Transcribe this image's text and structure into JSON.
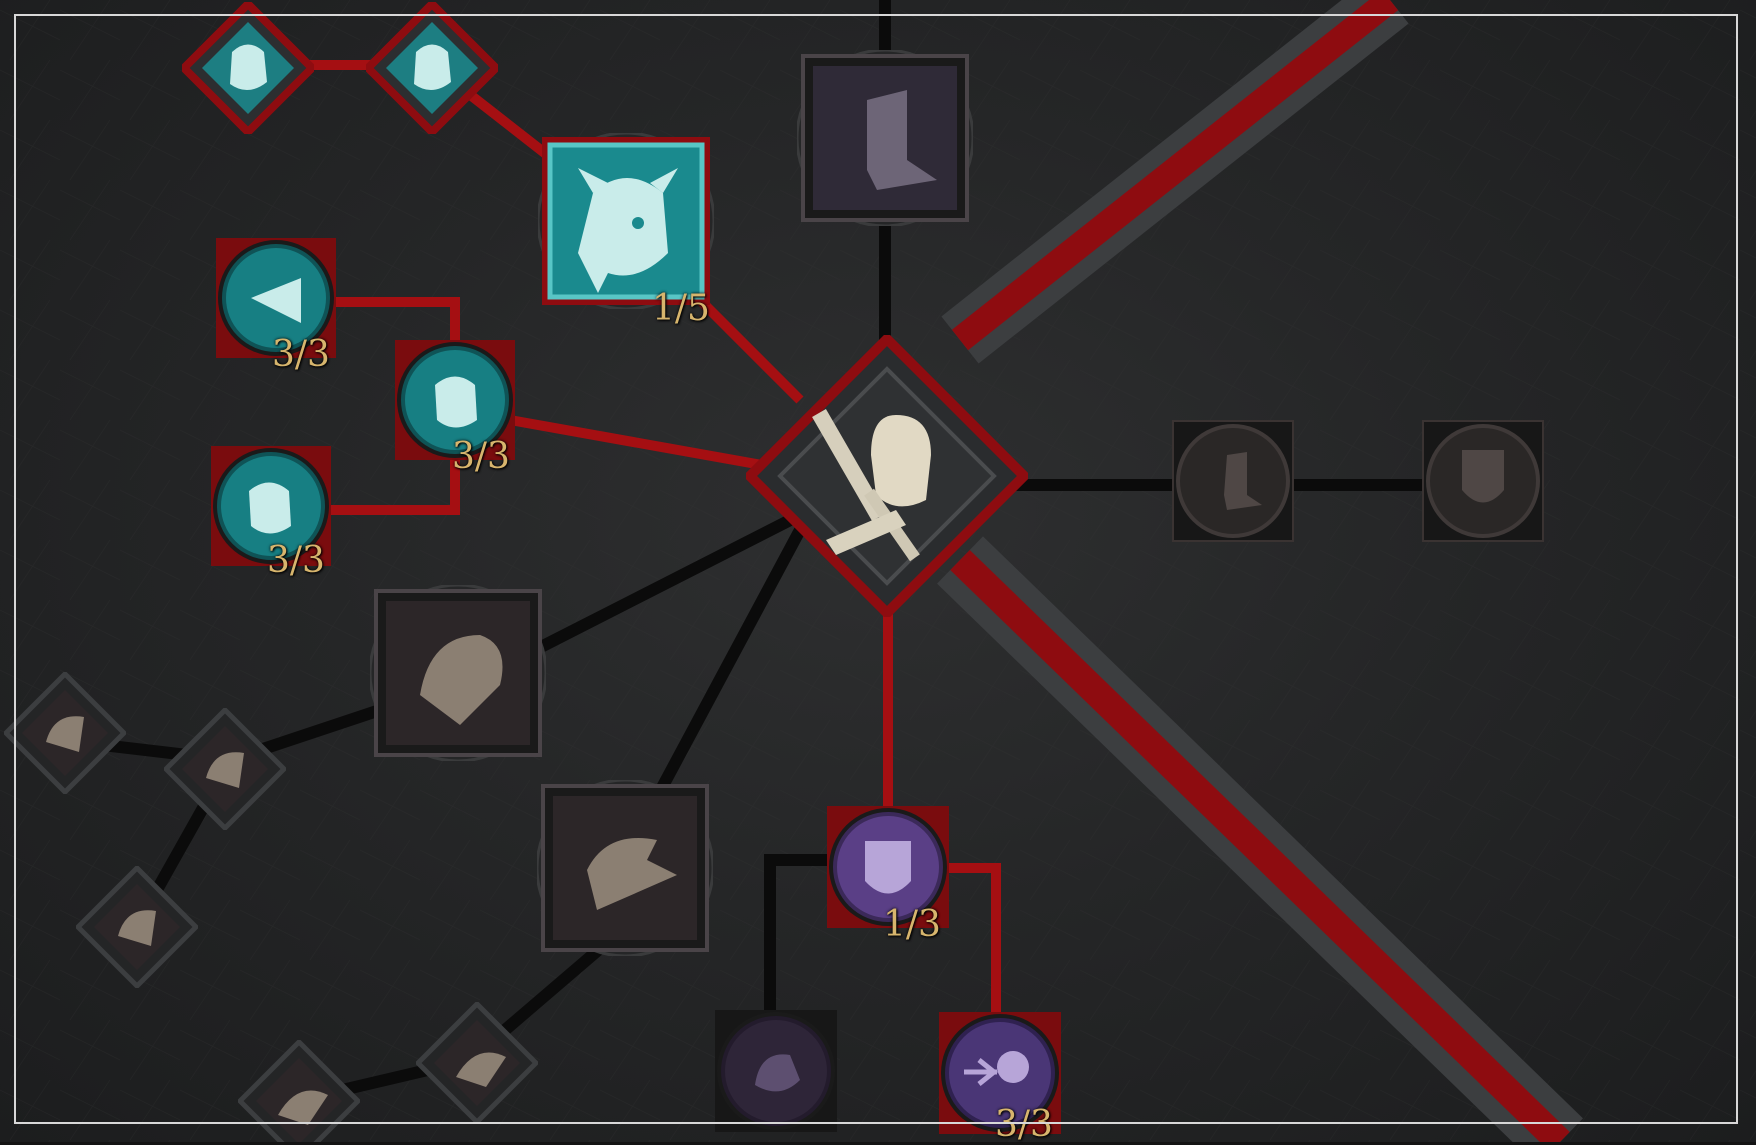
{
  "skill_tree": {
    "colors": {
      "active_link": "#a50f12",
      "inactive_link": "#0b0b0b",
      "teal_node": "#1a8a8e",
      "purple_node": "#5a3f86",
      "locked_node": "#3a3332",
      "rank_text": "#d7b56d",
      "frame": "#d8d8d8"
    },
    "hub": {
      "icon": "fist-dagger-icon"
    },
    "nodes": [
      {
        "id": "active-skill-1",
        "icon": "horned-helm-face-icon",
        "rank": "1/5",
        "active": true
      },
      {
        "id": "passive-mod-1",
        "icon": "war-horn-icon",
        "rank": "3/3",
        "active": true
      },
      {
        "id": "passive-mod-2",
        "icon": "horned-helm-shout-icon",
        "rank": "3/3",
        "active": true
      },
      {
        "id": "passive-mod-3",
        "icon": "horned-helm-roar-icon",
        "rank": "3/3",
        "active": true
      },
      {
        "id": "passive-purple-1",
        "icon": "demon-shield-icon",
        "rank": "1/3",
        "active": true
      },
      {
        "id": "passive-purple-2",
        "icon": "skull-arrow-icon",
        "rank": "3/3",
        "active": true
      },
      {
        "id": "passive-purple-3",
        "icon": "grip-fist-icon",
        "rank": "",
        "active": false
      },
      {
        "id": "skill-boot-kick",
        "icon": "boot-kick-icon",
        "rank": "",
        "active": false
      },
      {
        "id": "skill-ram-charge",
        "icon": "ram-head-icon",
        "rank": "",
        "active": false
      },
      {
        "id": "skill-ground-stomp",
        "icon": "ground-stomp-icon",
        "rank": "",
        "active": false
      },
      {
        "id": "passive-boot-1",
        "icon": "boot-dash-icon",
        "rank": "",
        "active": false
      },
      {
        "id": "passive-boot-2",
        "icon": "boot-shield-icon",
        "rank": "",
        "active": false
      }
    ]
  }
}
